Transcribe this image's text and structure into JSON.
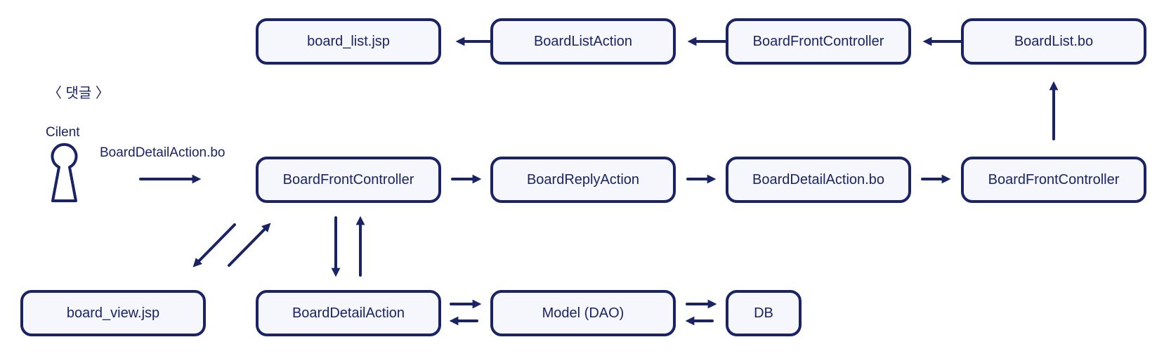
{
  "section_title": "〈 댓글 〉",
  "client": {
    "label": "Cilent",
    "request": "BoardDetailAction.bo"
  },
  "nodes": {
    "board_list_jsp": "board_list.jsp",
    "board_list_action": "BoardListAction",
    "front_controller_top": "BoardFrontController",
    "board_list_bo": "BoardList.bo",
    "front_controller_main": "BoardFrontController",
    "board_reply_action": "BoardReplyAction",
    "board_detail_action_bo": "BoardDetailAction.bo",
    "front_controller_right": "BoardFrontController",
    "board_view_jsp": "board_view.jsp",
    "board_detail_action": "BoardDetailAction",
    "model_dao": "Model (DAO)",
    "db": "DB"
  },
  "colors": {
    "primary": "#1a2366",
    "node_fill": "#f6f7fd"
  },
  "icons": {
    "client": "keyhole-person-icon"
  }
}
